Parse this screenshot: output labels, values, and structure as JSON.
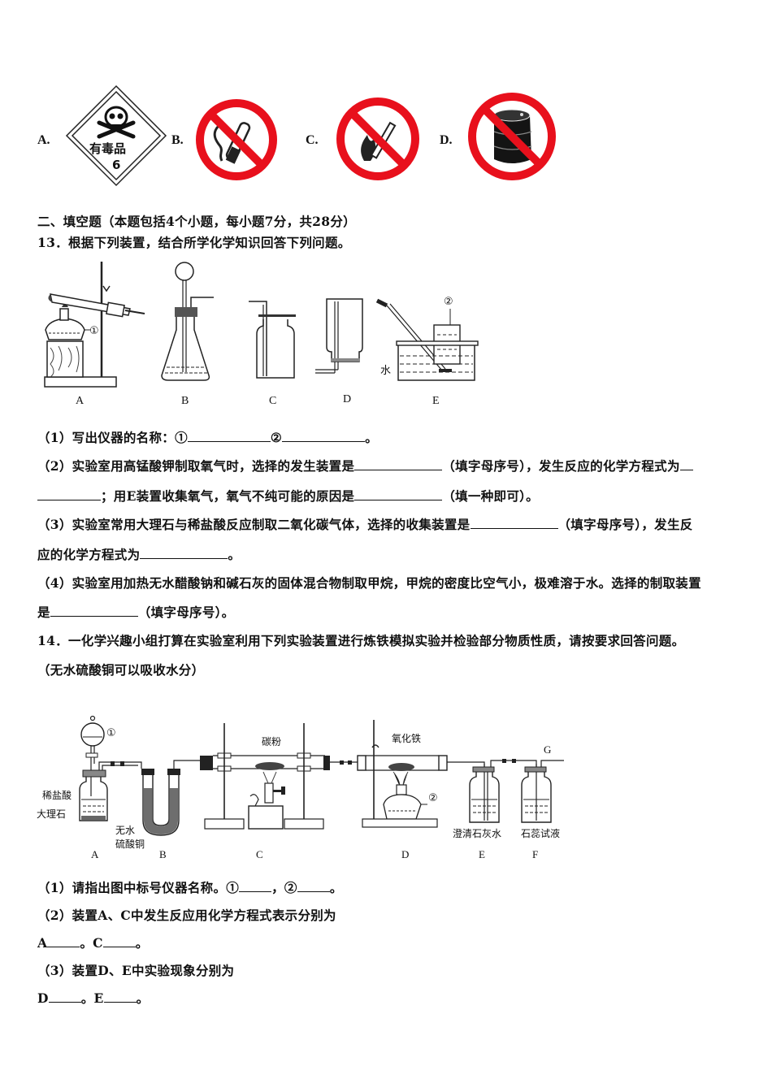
{
  "options_row": {
    "items": [
      {
        "label": "A.",
        "icon": "toxic-diamond-sign",
        "sign_text": "有毒品",
        "sign_number": "6"
      },
      {
        "label": "B.",
        "icon": "no-smoking-sign"
      },
      {
        "label": "C.",
        "icon": "no-open-flame-sign"
      },
      {
        "label": "D.",
        "icon": "no-oil-drum-sign"
      }
    ],
    "colors": {
      "prohibition_red": "#e8101c",
      "black": "#111111"
    }
  },
  "section": {
    "heading": "二、填空题（本题包括4个小题，每小题7分，共28分）"
  },
  "q13": {
    "stem": "13．根据下列装置，结合所学化学知识回答下列问题。",
    "figure": {
      "labels": [
        "A",
        "B",
        "C",
        "D",
        "E"
      ],
      "markers": {
        "one": "①",
        "two": "②"
      },
      "water_label": "水"
    },
    "parts": {
      "p1_prefix": "（1）写出仪器的名称：①",
      "p1_mid": "②",
      "p1_end": "。",
      "p2_line1_a": "（2）实验室用高锰酸钾制取氧气时，选择的发生装置是",
      "p2_line1_b": "（填字母序号），发生反应的化学方程式为",
      "p2_line2_a": "；用E装置收集氧气，氧气不纯可能的原因是",
      "p2_line2_b": "（填一种即可）。",
      "p3_line1_a": "（3）实验室常用大理石与稀盐酸反应制取二氧化碳气体，选择的收集装置是",
      "p3_line1_b": "（填字母序号），发生反",
      "p3_line2_a": "应的化学方程式为",
      "p3_line2_b": "。",
      "p4_line1": "（4）实验室用加热无水醋酸钠和碱石灰的固体混合物制取甲烷，甲烷的密度比空气小，极难溶于水。选择的制取装置",
      "p4_line2_a": "是",
      "p4_line2_b": "（填字母序号）。"
    }
  },
  "q14": {
    "stem_line1": "14．一化学兴趣小组打算在实验室利用下列实验装置进行炼铁模拟实验并检验部分物质性质，请按要求回答问题。",
    "stem_line2": "（无水硫酸铜可以吸收水分）",
    "figure": {
      "labels": [
        "A",
        "B",
        "C",
        "D",
        "E",
        "F"
      ],
      "annotations": {
        "dilute_hcl": "稀盐酸",
        "marble": "大理石",
        "anhydrous": "无水",
        "copper_sulfate": "硫酸铜",
        "carbon_powder": "碳粉",
        "iron_oxide": "氧化铁",
        "limewater": "澄清石灰水",
        "litmus": "石蕊试液",
        "outlet": "G",
        "marker_one": "①",
        "marker_two": "②"
      }
    },
    "parts": {
      "p1_a": "（1）请指出图中标号仪器名称。①",
      "p1_b": "，②",
      "p1_c": "。",
      "p2_line1": "（2）装置A、C中发生反应用化学方程式表示分别为",
      "p2_A": "A",
      "p2_sep": "。C",
      "p2_end": "。",
      "p3_line1": "（3）装置D、E中实验现象分别为",
      "p3_D": "D",
      "p3_sep": "。E",
      "p3_end": "。"
    }
  }
}
